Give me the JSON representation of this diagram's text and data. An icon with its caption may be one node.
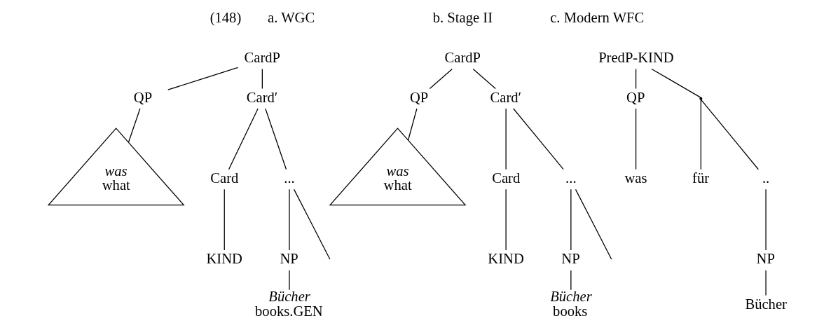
{
  "diagram": {
    "nodes": [
      {
        "text": [
          "CardP"
        ]
      },
      {
        "text": [
          "QP"
        ]
      },
      {
        "text": [
          "Card′"
        ]
      },
      {
        "text": [
          "was",
          "what"
        ]
      },
      {
        "text": [
          "Card"
        ]
      },
      {
        "text": [
          "..."
        ]
      },
      {
        "text": [
          "KIND"
        ]
      },
      {
        "text": [
          "NP"
        ]
      },
      {
        "text": [
          "Bücher"
        ],
        "beside": [
          "books.GEN"
        ]
      },
      {
        "text": [
          "CardP"
        ]
      },
      {
        "text": [
          "QP"
        ]
      },
      {
        "text": [
          "Card′"
        ]
      },
      {
        "text": [
          "was",
          "what"
        ]
      },
      {
        "text": [
          "Card"
        ]
      },
      {
        "text": [
          "..."
        ]
      },
      {
        "text": [
          "KIND"
        ]
      },
      {
        "text": [
          "NP"
        ]
      },
      {
        "text": [
          "Bücher"
        ],
        "beside": [
          "books"
        ]
      },
      {
        "text": [
          "PredP-KIND"
        ]
      },
      {
        "text": [
          "QP"
        ]
      },
      {
        "text": [],
        "shape": "point"
      },
      {
        "text": [
          "für"
        ]
      },
      {
        "text": [
          ".."
        ]
      },
      {
        "text": [
          "was"
        ]
      },
      {
        "text": [
          "NP"
        ]
      },
      {
        "text": [
          "Bücher"
        ]
      }
    ],
    "edges": [
      {
        "from": 0,
        "to": 1,
        "arrow": "none"
      },
      {
        "from": 0,
        "to": 2,
        "arrow": "none"
      },
      {
        "from": 1,
        "to": 3,
        "arrow": "none"
      },
      {
        "from": 2,
        "to": 4,
        "arrow": "none"
      },
      {
        "from": 2,
        "to": 5,
        "arrow": "none"
      },
      {
        "from": 4,
        "to": 6,
        "arrow": "none"
      },
      {
        "from": 5,
        "to": null,
        "arrow": "none"
      },
      {
        "from": 5,
        "to": 7,
        "arrow": "none"
      },
      {
        "from": 7,
        "to": 8,
        "arrow": "none"
      },
      {
        "from": 9,
        "to": 10,
        "arrow": "none"
      },
      {
        "from": 9,
        "to": 11,
        "arrow": "none"
      },
      {
        "from": 10,
        "to": 12,
        "arrow": "none"
      },
      {
        "from": 11,
        "to": 13,
        "arrow": "none"
      },
      {
        "from": 11,
        "to": 14,
        "arrow": "none"
      },
      {
        "from": 13,
        "to": 15,
        "arrow": "none"
      },
      {
        "from": 14,
        "to": null,
        "arrow": "none"
      },
      {
        "from": 14,
        "to": 16,
        "arrow": "none"
      },
      {
        "from": 16,
        "to": 17,
        "arrow": "none"
      },
      {
        "from": 18,
        "to": 19,
        "arrow": "none"
      },
      {
        "from": 18,
        "to": 20,
        "arrow": "none"
      },
      {
        "from": 20,
        "to": 21,
        "arrow": "none"
      },
      {
        "from": 20,
        "to": 22,
        "arrow": "none"
      },
      {
        "from": 19,
        "to": 23,
        "arrow": "none"
      },
      {
        "from": 22,
        "to": 24,
        "arrow": "none"
      },
      {
        "from": 24,
        "to": 25,
        "arrow": "none"
      }
    ],
    "labels": [
      "(148)",
      "a. WGC",
      "b. Stage II",
      "c. Modern WFC"
    ]
  }
}
